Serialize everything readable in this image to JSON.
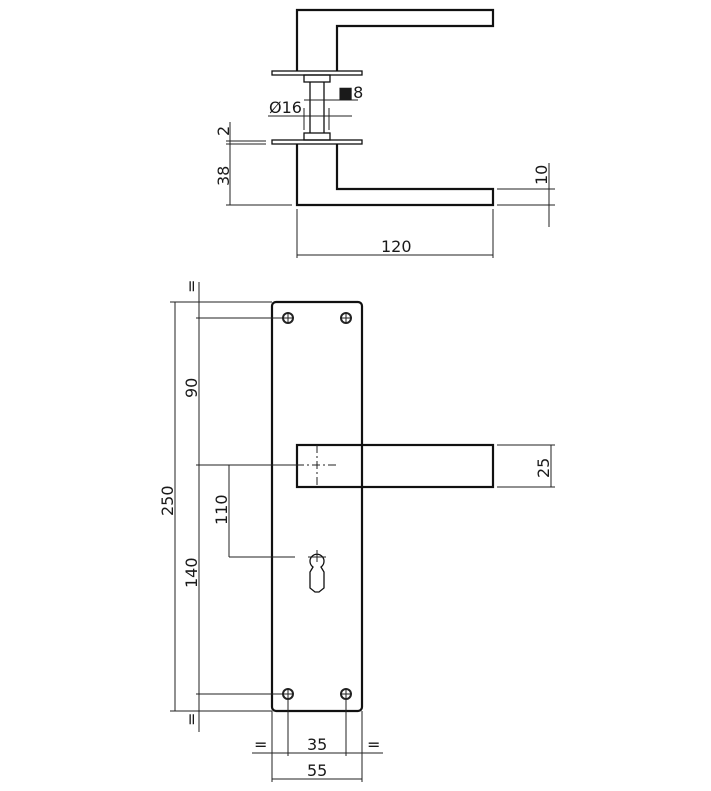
{
  "drawing": {
    "title": "Lever handle on plate - technical drawing",
    "side_view": {
      "labels": {
        "spindle_square": "■8",
        "spindle_diameter": "Ø16",
        "rose_thickness": "2",
        "handle_height": "38",
        "lever_thickness": "10",
        "lever_length": "120"
      }
    },
    "front_view": {
      "labels": {
        "equal_top": "=",
        "equal_bottom": "=",
        "equal_left": "=",
        "equal_right": "=",
        "top_to_handle": "90",
        "plate_height": "250",
        "handle_to_keyhole": "110",
        "handle_to_bottom": "140",
        "lever_width": "25",
        "screw_spacing": "35",
        "plate_width": "55"
      }
    }
  },
  "colors": {
    "line": "#111111",
    "background": "#ffffff"
  }
}
